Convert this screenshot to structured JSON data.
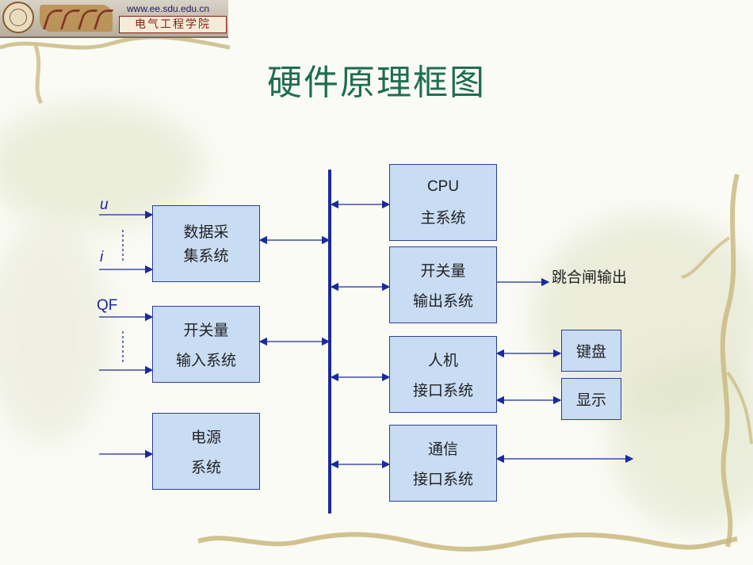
{
  "header": {
    "url": "www.ee.sdu.edu.cn",
    "school": "电气工程学院"
  },
  "title": "硬件原理框图",
  "inputs": {
    "u": "u",
    "i": "i",
    "qf": "QF"
  },
  "left_blocks": {
    "data_acq": [
      "数据采",
      "集系统"
    ],
    "switch_in": [
      "开关量",
      "输入系统"
    ],
    "power": [
      "电源",
      "系统"
    ]
  },
  "right_blocks": {
    "cpu": [
      "CPU",
      "主系统"
    ],
    "switch_out": [
      "开关量",
      "输出系统"
    ],
    "hmi": [
      "人机",
      "接口系统"
    ],
    "comm": [
      "通信",
      "接口系统"
    ]
  },
  "peripherals": {
    "trip_output": "跳合闸输出",
    "keyboard": "键盘",
    "display": "显示"
  },
  "colors": {
    "title": "#1f6d52",
    "block_fill": "#c8dcf3",
    "block_border": "#2b3f9c",
    "line": "#1a2a9c",
    "bus": "#1a2a9c"
  }
}
